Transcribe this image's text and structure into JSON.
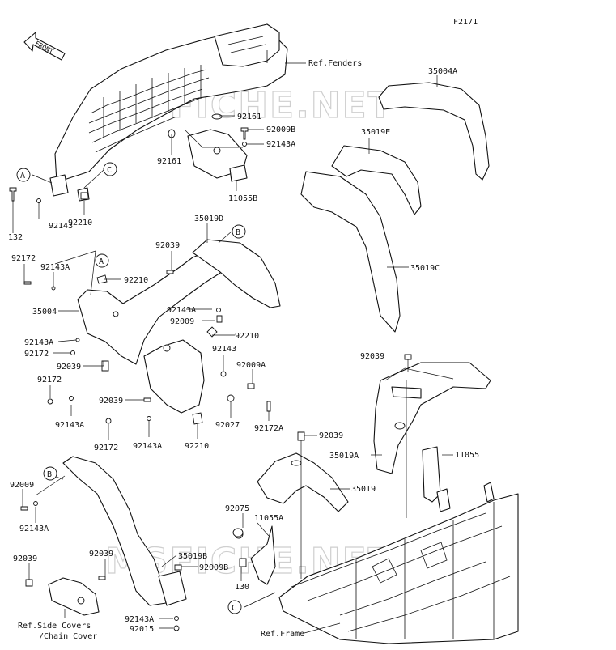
{
  "figure_code": "F2171",
  "front_label": "FRONT",
  "watermarks": [
    "MSFICHE.NET",
    "MSFICHE.NET"
  ],
  "refs": {
    "fenders": "Ref.Fenders",
    "side_covers_line1": "Ref.Side Covers",
    "side_covers_line2": "/Chain Cover",
    "frame": "Ref.Frame"
  },
  "callouts": {
    "a": "A",
    "b": "B",
    "c": "C"
  },
  "parts": {
    "p35004A": "35004A",
    "p35019E": "35019E",
    "p35019C": "35019C",
    "p35019D": "35019D",
    "p35004": "35004",
    "p35019A": "35019A",
    "p35019": "35019",
    "p35019B": "35019B",
    "p11055": "11055",
    "p11055A": "11055A",
    "p11055B": "11055B",
    "p92161": "92161",
    "p92009B": "92009B",
    "p92143A": "92143A",
    "p92143": "92143",
    "p92210": "92210",
    "p132": "132",
    "p92172": "92172",
    "p92039": "92039",
    "p92009": "92009",
    "p92009A": "92009A",
    "p92027": "92027",
    "p92172A": "92172A",
    "p92075": "92075",
    "p130": "130",
    "p92015": "92015"
  }
}
